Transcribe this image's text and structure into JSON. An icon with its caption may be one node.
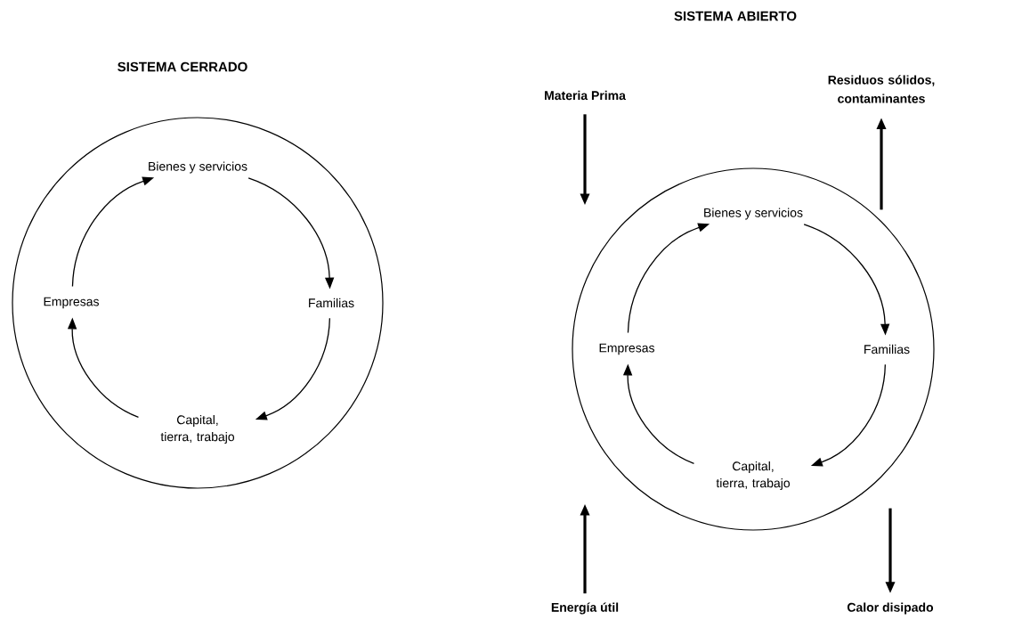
{
  "diagram": {
    "nodes": [
      {
        "text": [],
        "shape": "circle"
      },
      {
        "text": [
          "Bienes y servicios"
        ],
        "in": 0
      },
      {
        "text": [
          "Familias"
        ],
        "in": 0
      },
      {
        "text": [
          "Capital, tierra, trabajo"
        ],
        "in": 0
      },
      {
        "text": [
          "Empresas"
        ],
        "in": 0
      },
      {
        "text": [],
        "shape": "circle"
      },
      {
        "text": [
          "Bienes y servicios"
        ],
        "in": 5
      },
      {
        "text": [
          "Familias"
        ],
        "in": 5
      },
      {
        "text": [
          "Capital, tierra, trabajo"
        ],
        "in": 5
      },
      {
        "text": [
          "Empresas"
        ],
        "in": 5
      },
      {
        "text": [
          "Materia Prima"
        ]
      },
      {
        "text": [
          "Residuos sólidos, contaminantes"
        ]
      },
      {
        "text": [
          "Energía útil"
        ]
      },
      {
        "text": [
          "Calor disipado"
        ]
      }
    ],
    "edges": [
      {
        "from": 1,
        "to": 2,
        "arrow": "to"
      },
      {
        "from": 2,
        "to": 3,
        "arrow": "to"
      },
      {
        "from": 3,
        "to": 4,
        "arrow": "to"
      },
      {
        "from": 4,
        "to": 1,
        "arrow": "to"
      },
      {
        "from": 6,
        "to": 7,
        "arrow": "to"
      },
      {
        "from": 7,
        "to": 8,
        "arrow": "to"
      },
      {
        "from": 8,
        "to": 9,
        "arrow": "to"
      },
      {
        "from": 9,
        "to": 6,
        "arrow": "to"
      },
      {
        "from": 10,
        "to": 5,
        "arrow": "to",
        "style": "thick"
      },
      {
        "from": 5,
        "to": 11,
        "arrow": "to",
        "style": "thick"
      },
      {
        "from": 12,
        "to": 5,
        "arrow": "to",
        "style": "thick"
      },
      {
        "from": 5,
        "to": 13,
        "arrow": "to",
        "style": "thick"
      }
    ],
    "labels": [
      "SISTEMA CERRADO",
      "SISTEMA ABIERTO"
    ]
  }
}
